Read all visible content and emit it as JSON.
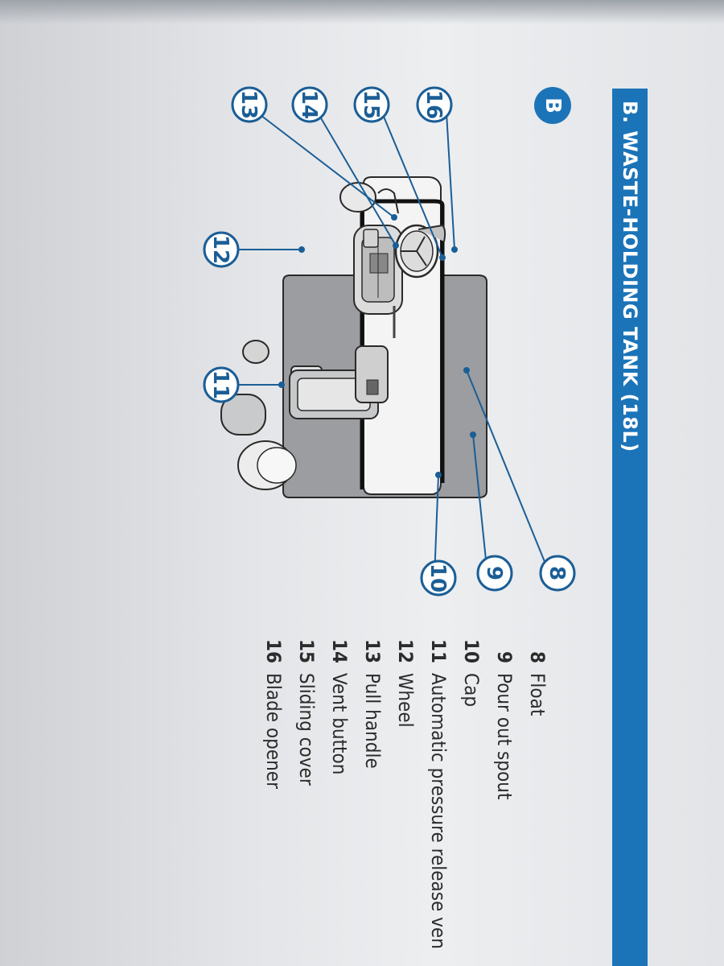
{
  "header": {
    "title": "B. WASTE-HOLDING TANK (18L)"
  },
  "section_badge": "B",
  "callouts": [
    "16",
    "15",
    "14",
    "13",
    "12",
    "11",
    "8",
    "9",
    "10"
  ],
  "legend": [
    {
      "num": "8",
      "label": "Float"
    },
    {
      "num": "9",
      "label": "Pour out spout"
    },
    {
      "num": "10",
      "label": "Cap"
    },
    {
      "num": "11",
      "label": "Automatic pressure release ven"
    },
    {
      "num": "12",
      "label": "Wheel"
    },
    {
      "num": "13",
      "label": "Pull handle"
    },
    {
      "num": "14",
      "label": "Vent button"
    },
    {
      "num": "15",
      "label": "Sliding cover"
    },
    {
      "num": "16",
      "label": "Blade opener"
    }
  ],
  "colors": {
    "accent": "#1c74b8",
    "callout": "#1b5e96",
    "paper": "#eceef0",
    "text": "#2c2c2c"
  }
}
